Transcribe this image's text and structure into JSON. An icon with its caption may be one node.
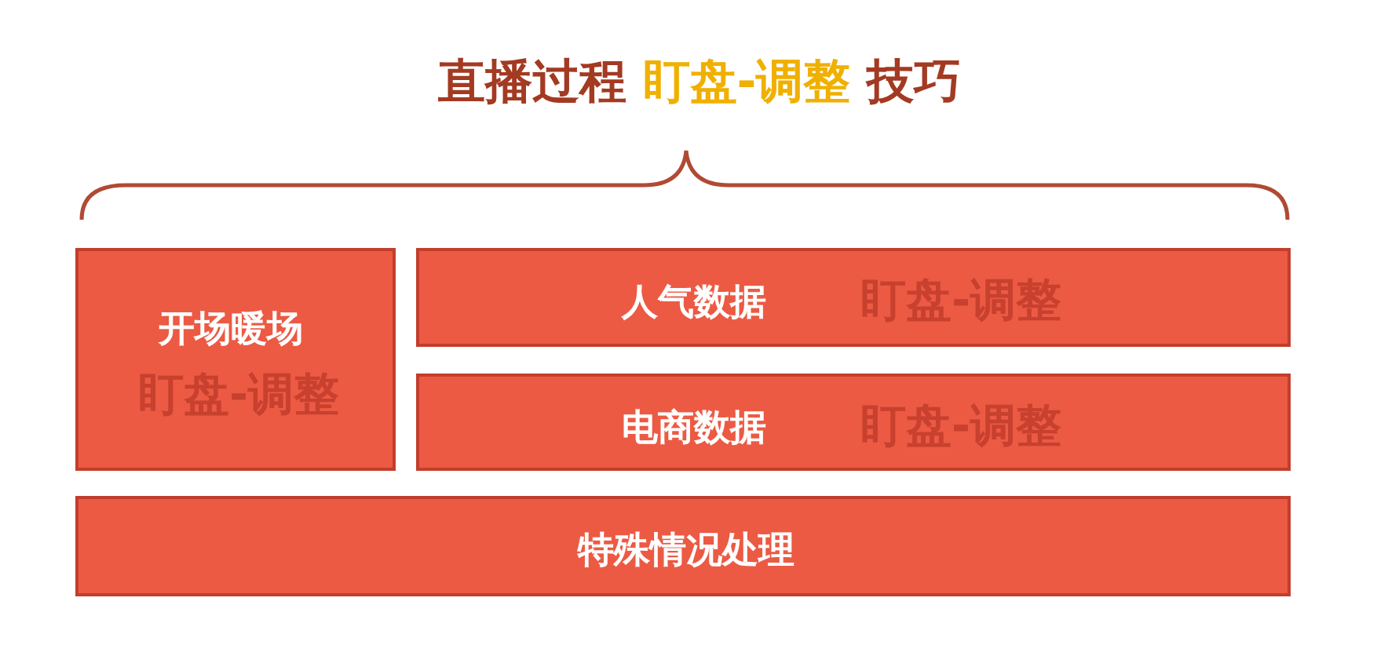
{
  "diagram": {
    "title": "直播过程 **盯盘-调整** 技巧",
    "nodes": [
      {
        "text": [
          "开场暖场",
          "盯盘-调整"
        ]
      },
      {
        "text": [
          "人气数据",
          "盯盘-调整"
        ]
      },
      {
        "text": [
          "电商数据",
          "盯盘-调整"
        ]
      },
      {
        "text": [
          "特殊情况处理"
        ]
      }
    ]
  }
}
